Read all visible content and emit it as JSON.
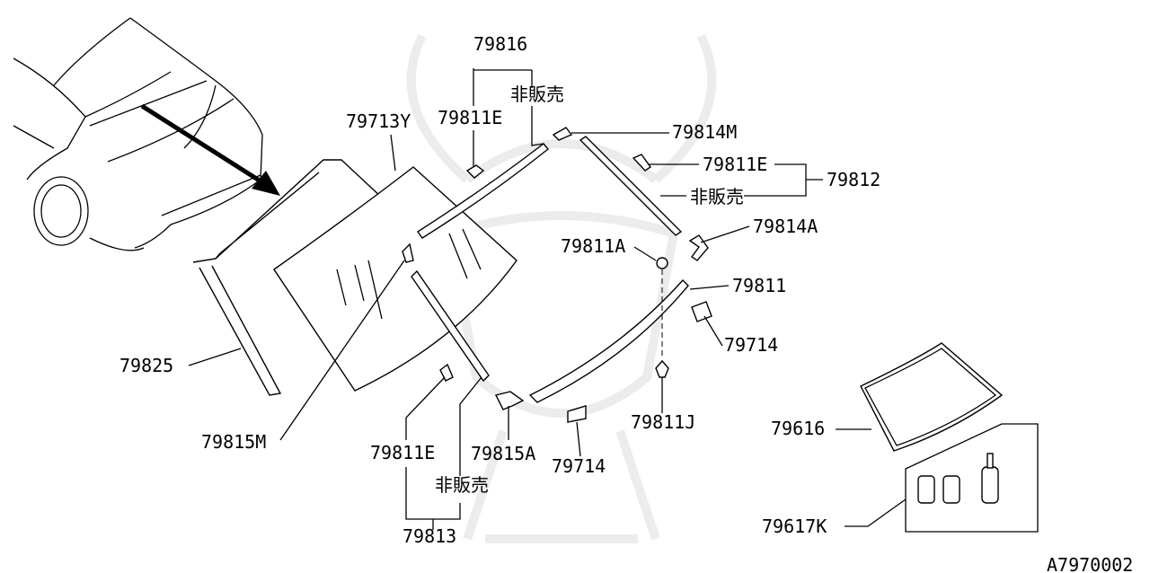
{
  "diagram_id": "A7970002",
  "labels": {
    "p79816": "79816",
    "nonsale_top": "非販売",
    "p79811E_top": "79811E",
    "p79713Y": "79713Y",
    "p79814M": "79814M",
    "p79811E_right": "79811E",
    "p79812": "79812",
    "nonsale_right": "非販売",
    "p79814A": "79814A",
    "p79811A": "79811A",
    "p79811": "79811",
    "p79714_right": "79714",
    "p79825": "79825",
    "p79815M": "79815M",
    "p79811J": "79811J",
    "p79811E_bottom": "79811E",
    "p79815A": "79815A",
    "p79714_bottom": "79714",
    "nonsale_bottom": "非販売",
    "p79813": "79813",
    "p79616": "79616",
    "p79617K": "79617K"
  },
  "watermark": "samurai-helmet-logo"
}
